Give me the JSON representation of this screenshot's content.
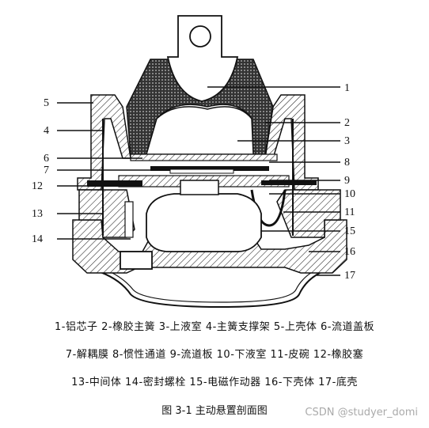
{
  "diagram": {
    "part_numbers": [
      "1",
      "2",
      "3",
      "4",
      "5",
      "6",
      "7",
      "8",
      "9",
      "10",
      "11",
      "12",
      "13",
      "14",
      "15",
      "16",
      "17"
    ]
  },
  "legend": {
    "row1": "1-铝芯子 2-橡胶主簧 3-上液室 4-主簧支撑架 5-上壳体 6-流道盖板",
    "row2": "7-解耦膜 8-惯性通道 9-流道板 10-下液室 11-皮碗 12-橡胶塞",
    "row3": "13-中间体 14-密封螺栓 15-电磁作动器 16-下壳体 17-底壳"
  },
  "caption": "图 3-1   主动悬置剖面图",
  "watermark": "CSDN @studyer_domi",
  "colors": {
    "line": "#111111",
    "background": "#ffffff",
    "watermark": "#aaaaaa"
  }
}
